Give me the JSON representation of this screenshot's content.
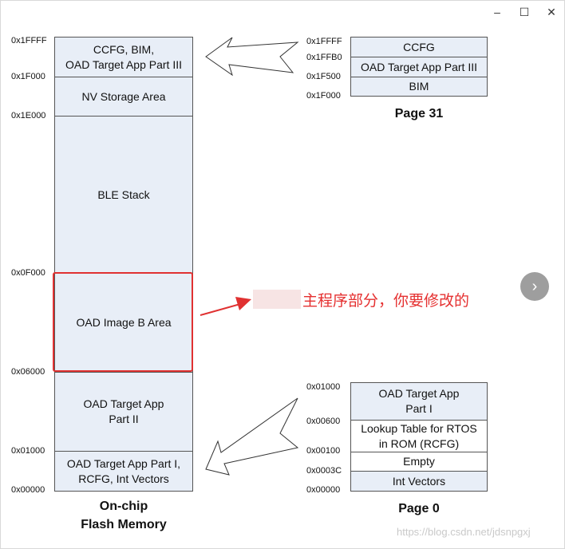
{
  "window": {
    "minimize_icon": "minimize-icon",
    "maximize_icon": "maximize-icon",
    "close_icon": "close-icon",
    "minimize_glyph": "–",
    "maximize_glyph": "☐",
    "close_glyph": "✕"
  },
  "flash": {
    "caption": "On-chip\nFlash Memory",
    "regions": [
      {
        "label": "CCFG, BIM,\nOAD Target App Part III"
      },
      {
        "label": "NV Storage Area"
      },
      {
        "label": "BLE Stack"
      },
      {
        "label": "OAD Image B Area"
      },
      {
        "label": "OAD Target App\nPart II"
      },
      {
        "label": "OAD Target App Part I,\nRCFG, Int Vectors"
      }
    ],
    "addresses": [
      "0x1FFFF",
      "0x1F000",
      "0x1E000",
      "0x0F000",
      "0x06000",
      "0x01000",
      "0x00000"
    ]
  },
  "page31": {
    "caption": "Page 31",
    "regions": [
      {
        "label": "CCFG"
      },
      {
        "label": "OAD Target App Part III"
      },
      {
        "label": "BIM"
      }
    ],
    "addresses": [
      "0x1FFFF",
      "0x1FFB0",
      "0x1F500",
      "0x1F000"
    ]
  },
  "page0": {
    "caption": "Page 0",
    "regions": [
      {
        "label": "OAD Target App\nPart I"
      },
      {
        "label": "Lookup Table for RTOS\nin ROM (RCFG)"
      },
      {
        "label": "Empty"
      },
      {
        "label": "Int Vectors"
      }
    ],
    "addresses": [
      "0x01000",
      "0x00600",
      "0x00100",
      "0x0003C",
      "0x00000"
    ]
  },
  "annotation": {
    "text": "主程序部分，你要修改的",
    "color": "#e53030"
  },
  "nav": {
    "next_icon": "chevron-right-icon",
    "glyph": "›"
  },
  "watermark": "https://blog.csdn.net/jdsnpgxj"
}
